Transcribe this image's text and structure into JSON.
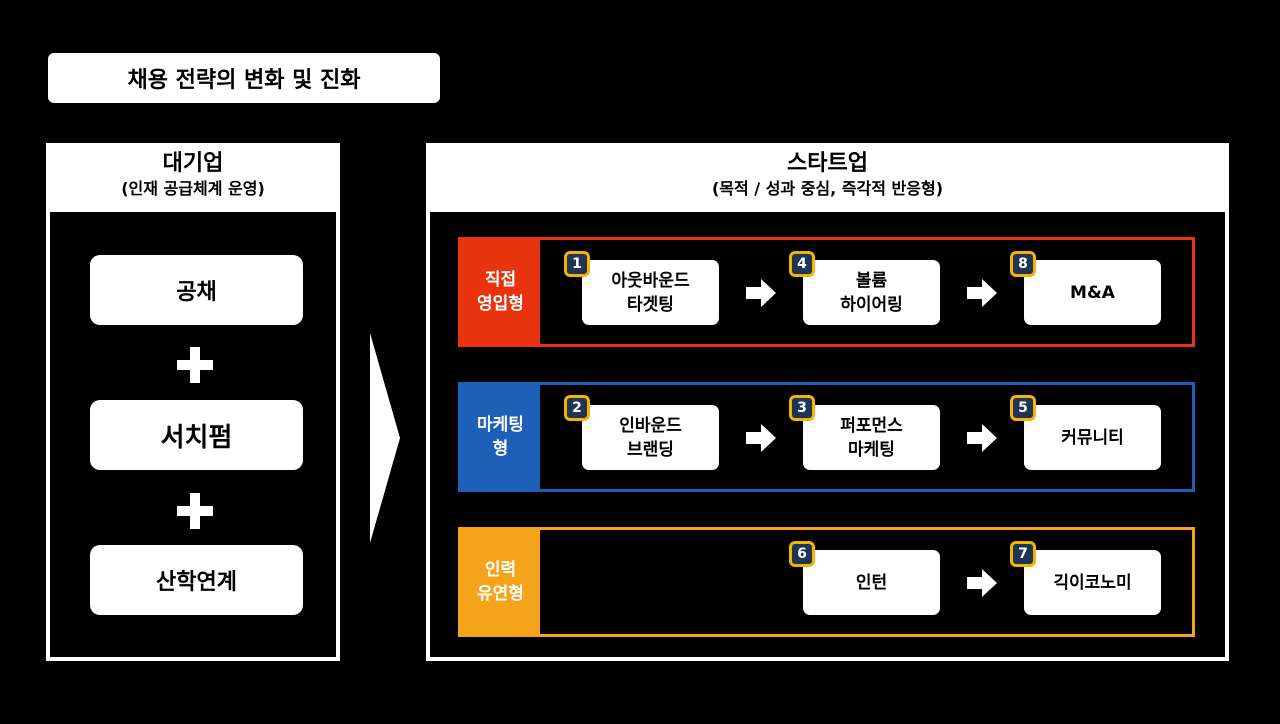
{
  "title": "채용 전략의 변화 및 진화",
  "left_panel": {
    "heading": "대기업",
    "subheading": "(인재 공급체계 운영)",
    "items": [
      "공채",
      "서치펌",
      "산학연계"
    ]
  },
  "right_panel": {
    "heading": "스타트업",
    "subheading": "(목적 / 성과 중심, 즉각적 반응형)",
    "rows": [
      {
        "label": "직접\n영입형",
        "color": "#e8330f",
        "steps": [
          {
            "num": "1",
            "text": "아웃바운드\n타겟팅"
          },
          {
            "num": "4",
            "text": "볼륨\n하이어링"
          },
          {
            "num": "8",
            "text": "M&A"
          }
        ]
      },
      {
        "label": "마케팅\n형",
        "color": "#1e5fb8",
        "steps": [
          {
            "num": "2",
            "text": "인바운드\n브랜딩"
          },
          {
            "num": "3",
            "text": "퍼포먼스\n마케팅"
          },
          {
            "num": "5",
            "text": "커뮤니티"
          }
        ]
      },
      {
        "label": "인력\n유연형",
        "color": "#f5a31a",
        "steps": [
          {
            "num": "6",
            "text": "인턴"
          },
          {
            "num": "7",
            "text": "긱이코노미"
          }
        ]
      }
    ]
  },
  "colors": {
    "badge_fill": "#1f3556",
    "badge_border": "#f4b400"
  }
}
